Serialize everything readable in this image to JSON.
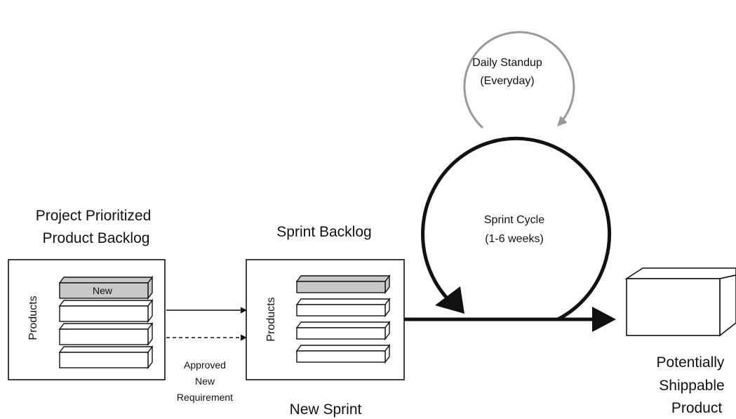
{
  "product_backlog": {
    "title_line1": "Project Prioritized",
    "title_line2": "Product Backlog",
    "side_label": "Products",
    "new_item_label": "New"
  },
  "sprint_backlog": {
    "title": "Sprint Backlog",
    "side_label": "Products",
    "footer": "New Sprint"
  },
  "approved_requirement": {
    "line1": "Approved",
    "line2": "New",
    "line3": "Requirement"
  },
  "daily_standup": {
    "line1": "Daily Standup",
    "line2": "(Everyday)"
  },
  "sprint_cycle": {
    "line1": "Sprint Cycle",
    "line2": "(1-6 weeks)"
  },
  "output": {
    "line1": "Potentially",
    "line2": "Shippable",
    "line3": "Product"
  },
  "colors": {
    "line": "#111111",
    "standup_circle": "#999999",
    "highlighted_item": "#c8c8c8",
    "item_fill": "#ffffff"
  }
}
